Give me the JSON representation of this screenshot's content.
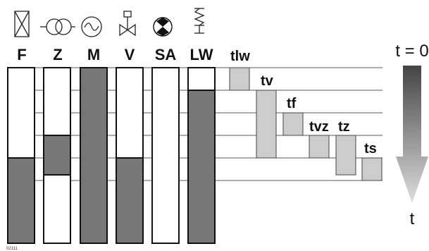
{
  "colors": {
    "dark": "#777777",
    "light": "#cccccc",
    "white": "#ffffff",
    "outline": "#111111"
  },
  "columns": [
    {
      "id": "F",
      "label": "F",
      "icon": "rectangle-with-x-icon"
    },
    {
      "id": "Z",
      "label": "Z",
      "icon": "transformer-coils-icon"
    },
    {
      "id": "M",
      "label": "M",
      "icon": "ac-motor-icon"
    },
    {
      "id": "V",
      "label": "V",
      "icon": "valve-icon"
    },
    {
      "id": "SA",
      "label": "SA",
      "icon": "bowtie-circle-icon"
    },
    {
      "id": "LW",
      "label": "LW",
      "icon": "spring-actuator-icon"
    }
  ],
  "timing_labels": [
    "tlw",
    "tv",
    "tf",
    "tvz",
    "tz",
    "ts"
  ],
  "time_axis": {
    "start_label": "t = 0",
    "end_label": "t"
  },
  "figure_code": "02111"
}
